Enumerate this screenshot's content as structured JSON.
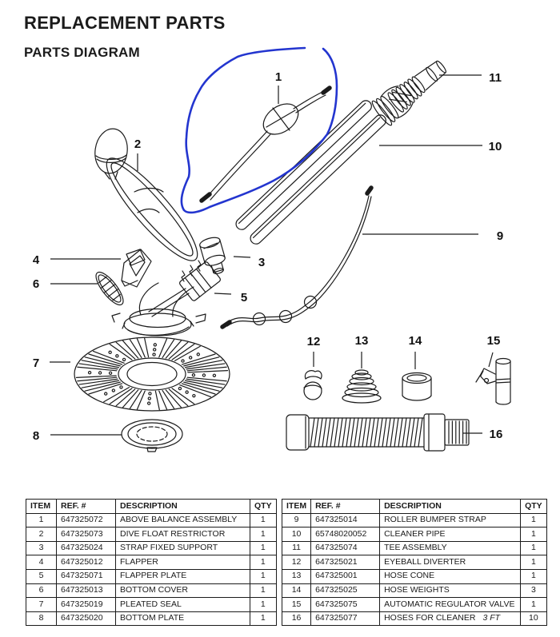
{
  "page": {
    "title": "REPLACEMENT PARTS",
    "subtitle": "PARTS DIAGRAM"
  },
  "colors": {
    "annotation_blue": "#2335cf",
    "line_color": "#1b1b1b"
  },
  "diagram": {
    "labels": [
      "1",
      "2",
      "3",
      "4",
      "5",
      "6",
      "7",
      "8",
      "9",
      "10",
      "11",
      "12",
      "13",
      "14",
      "15",
      "16"
    ]
  },
  "tables": {
    "left": {
      "headers": [
        "ITEM",
        "REF. #",
        "DESCRIPTION",
        "QTY"
      ],
      "rows": [
        {
          "item": "1",
          "ref": "647325072",
          "desc": "ABOVE BALANCE ASSEMBLY",
          "qty": "1"
        },
        {
          "item": "2",
          "ref": "647325073",
          "desc": "DIVE FLOAT RESTRICTOR",
          "qty": "1"
        },
        {
          "item": "3",
          "ref": "647325024",
          "desc": "STRAP FIXED SUPPORT",
          "qty": "1"
        },
        {
          "item": "4",
          "ref": "647325012",
          "desc": "FLAPPER",
          "qty": "1"
        },
        {
          "item": "5",
          "ref": "647325071",
          "desc": "FLAPPER PLATE",
          "qty": "1"
        },
        {
          "item": "6",
          "ref": "647325013",
          "desc": "BOTTOM COVER",
          "qty": "1"
        },
        {
          "item": "7",
          "ref": "647325019",
          "desc": "PLEATED SEAL",
          "qty": "1"
        },
        {
          "item": "8",
          "ref": "647325020",
          "desc": "BOTTOM PLATE",
          "qty": "1"
        }
      ]
    },
    "right": {
      "headers": [
        "ITEM",
        "REF. #",
        "DESCRIPTION",
        "QTY"
      ],
      "rows": [
        {
          "item": "9",
          "ref": "647325014",
          "desc": "ROLLER BUMPER STRAP",
          "qty": "1"
        },
        {
          "item": "10",
          "ref": "65748020052",
          "desc": "CLEANER PIPE",
          "qty": "1"
        },
        {
          "item": "11",
          "ref": "647325074",
          "desc": "TEE ASSEMBLY",
          "qty": "1"
        },
        {
          "item": "12",
          "ref": "647325021",
          "desc": "EYEBALL DIVERTER",
          "qty": "1"
        },
        {
          "item": "13",
          "ref": "647325001",
          "desc": "HOSE CONE",
          "qty": "1"
        },
        {
          "item": "14",
          "ref": "647325025",
          "desc": "HOSE WEIGHTS",
          "qty": "3"
        },
        {
          "item": "15",
          "ref": "647325075",
          "desc": "AUTOMATIC REGULATOR VALVE",
          "qty": "1"
        },
        {
          "item": "16",
          "ref": "647325077",
          "desc": "HOSES FOR CLEANER",
          "desc_note": "3 FT",
          "qty": "10"
        }
      ]
    }
  }
}
